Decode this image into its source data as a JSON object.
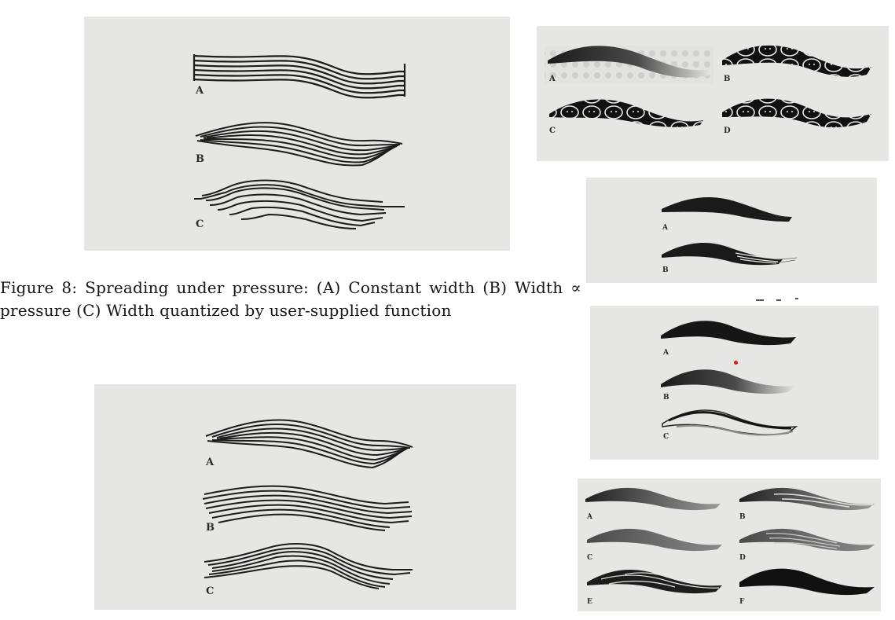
{
  "caption": {
    "text": "Figure 8: Spreading under pressure: (A) Constant width (B) Width ∝ pressure (C) Width quantized by user-supplied function"
  },
  "panels": {
    "top_left": {
      "labels": [
        "A",
        "B",
        "C"
      ]
    },
    "bottom_left": {
      "labels": [
        "A",
        "B",
        "C"
      ]
    },
    "top_right": {
      "labels": [
        "A",
        "B",
        "C",
        "D"
      ]
    },
    "mid_right_1": {
      "labels": [
        "A",
        "B"
      ]
    },
    "mid_right_2": {
      "labels": [
        "A",
        "B",
        "C"
      ]
    },
    "bottom_right": {
      "labels": [
        "A",
        "B",
        "C",
        "D",
        "E",
        "F"
      ]
    }
  },
  "colors": {
    "panel_bg": "#e6e6e4",
    "ink": "#151515",
    "dot": "#e01818"
  }
}
